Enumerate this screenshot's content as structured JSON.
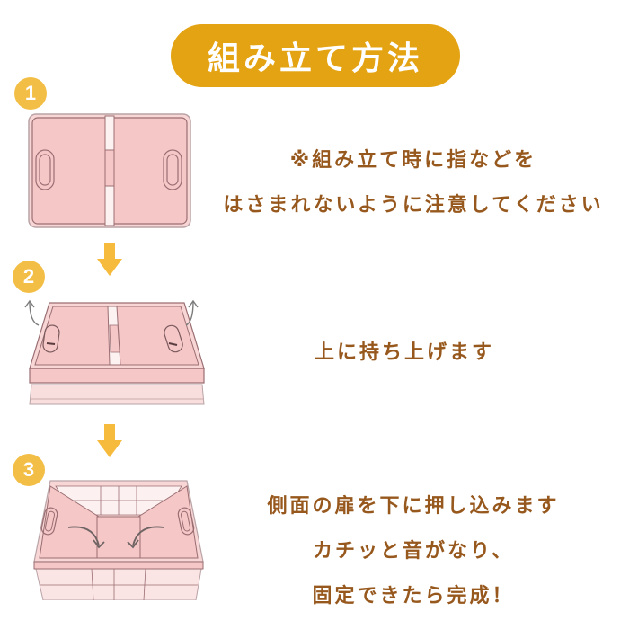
{
  "title": "組み立て方法",
  "colors": {
    "title_bg": "#e4a313",
    "badge_bg": "#f3be45",
    "arrow": "#f6bb3c",
    "text": "#97581d",
    "panel_pink": "#f5c7c7",
    "panel_outline": "#9a6e72"
  },
  "steps": [
    {
      "number": "1",
      "icon": "folded-box-top-view",
      "lines": [
        "※組み立て時に指などを",
        "はさまれないように注意してください"
      ]
    },
    {
      "number": "2",
      "icon": "lift-sides-up",
      "lines": [
        "上に持ち上げます"
      ]
    },
    {
      "number": "3",
      "icon": "push-doors-down",
      "lines": [
        "側面の扉を下に押し込みます",
        "カチッと音がなり、",
        "固定できたら完成！"
      ]
    }
  ],
  "arrows": [
    "down-arrow",
    "down-arrow"
  ]
}
